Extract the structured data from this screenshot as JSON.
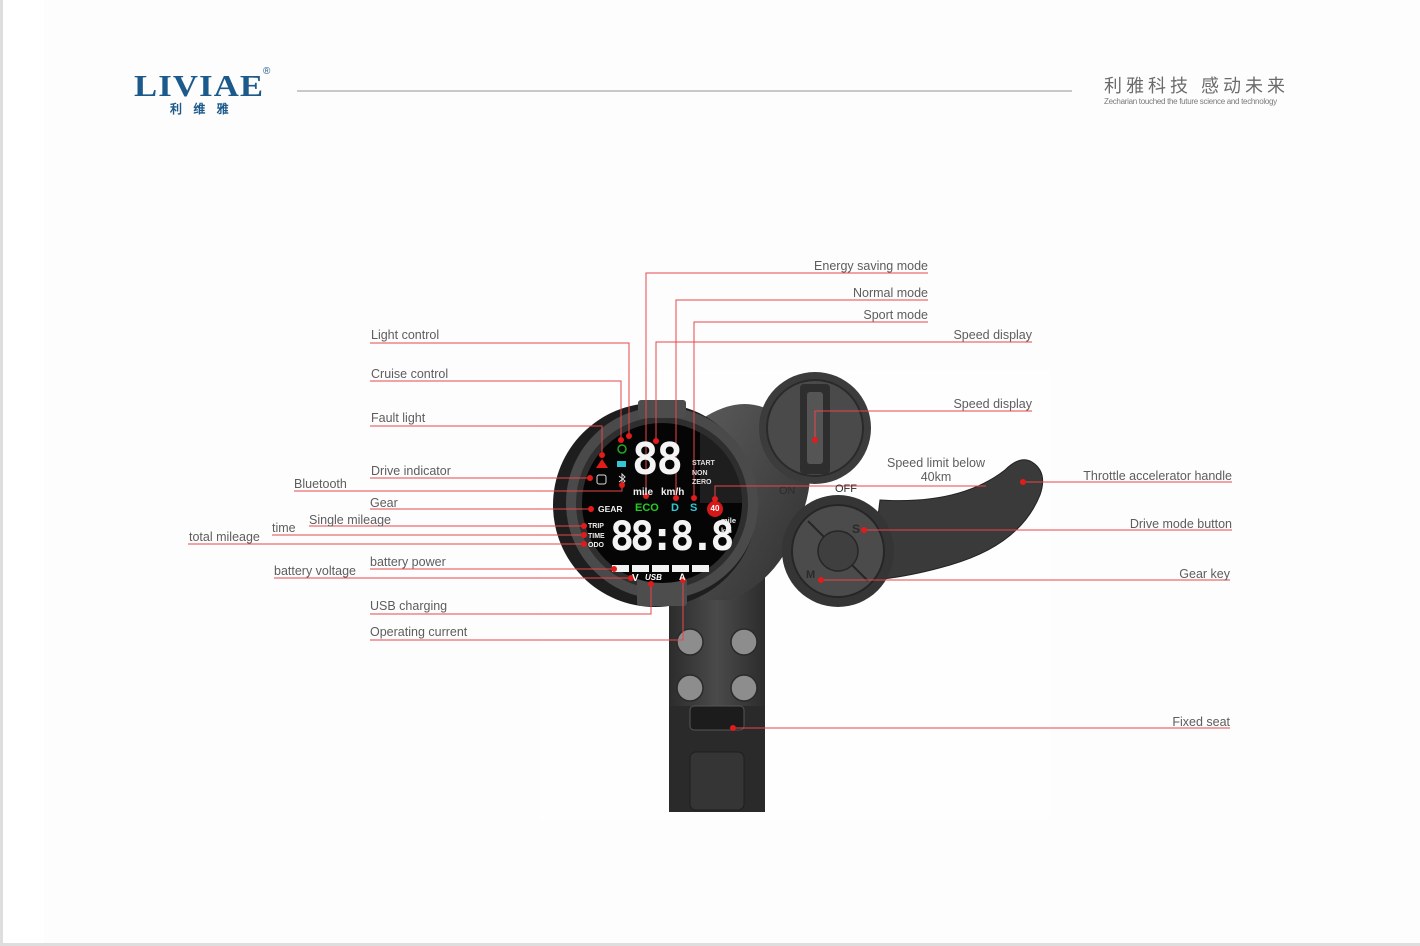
{
  "header": {
    "logo": {
      "brand": "LIVIAE",
      "registered_mark": "®",
      "chinese_name": "利 维 雅"
    },
    "slogan": {
      "chinese": "利雅科技  感动未来",
      "english": "Zecharian touched the future science and technology"
    }
  },
  "display": {
    "speed_digits": "88",
    "speed_units": [
      "mile",
      "km/h"
    ],
    "start_modes": [
      "START",
      "NON",
      "ZERO"
    ],
    "gear_label": "GEAR",
    "modes": {
      "eco": "ECO",
      "drive": "D",
      "sport": "S"
    },
    "speed_limit_badge": "40",
    "mileage_labels": [
      "TRIP",
      "TIME",
      "ODO"
    ],
    "main_digits": "88:8.8",
    "distance_units": [
      "mile",
      "km"
    ],
    "battery_segments": 5,
    "bottom_icons": {
      "voltage": "V",
      "usb": "USB",
      "current": "A"
    },
    "colors": {
      "eco": "#22cc22",
      "drive": "#33c6d6",
      "sport": "#33c6d6",
      "fault": "#e31b1b",
      "cruise": "#22aa22",
      "light": "#33c6d6",
      "limit": "#d51818"
    }
  },
  "controls": {
    "toggle_on": "ON",
    "toggle_off": "OFF",
    "button_s": "S",
    "button_m": "M"
  },
  "callouts": {
    "left": [
      {
        "id": "light-control",
        "label": "Light control"
      },
      {
        "id": "cruise-control",
        "label": "Cruise control"
      },
      {
        "id": "fault-light",
        "label": "Fault light"
      },
      {
        "id": "drive-indicator",
        "label": "Drive indicator"
      },
      {
        "id": "bluetooth",
        "label": "Bluetooth"
      },
      {
        "id": "gear",
        "label": "Gear"
      },
      {
        "id": "single-mileage",
        "label": "Single mileage"
      },
      {
        "id": "time",
        "label": "time"
      },
      {
        "id": "total-mileage",
        "label": "total mileage"
      },
      {
        "id": "battery-power",
        "label": "battery power"
      },
      {
        "id": "battery-voltage",
        "label": "battery voltage"
      },
      {
        "id": "usb-charging",
        "label": "USB charging"
      },
      {
        "id": "operating-current",
        "label": "Operating current"
      }
    ],
    "right": [
      {
        "id": "energy-saving-mode",
        "label": "Energy saving mode"
      },
      {
        "id": "normal-mode",
        "label": "Normal mode"
      },
      {
        "id": "sport-mode",
        "label": "Sport mode"
      },
      {
        "id": "speed-display-1",
        "label": "Speed display"
      },
      {
        "id": "speed-display-2",
        "label": "Speed display"
      },
      {
        "id": "speed-limit",
        "label": "Speed limit below\n40km"
      },
      {
        "id": "throttle",
        "label": "Throttle accelerator handle"
      },
      {
        "id": "drive-mode-button",
        "label": "Drive mode button"
      },
      {
        "id": "gear-key",
        "label": "Gear key"
      },
      {
        "id": "fixed-seat",
        "label": "Fixed seat"
      }
    ]
  },
  "speed_limit_lines": [
    "Speed limit below",
    "40km"
  ]
}
